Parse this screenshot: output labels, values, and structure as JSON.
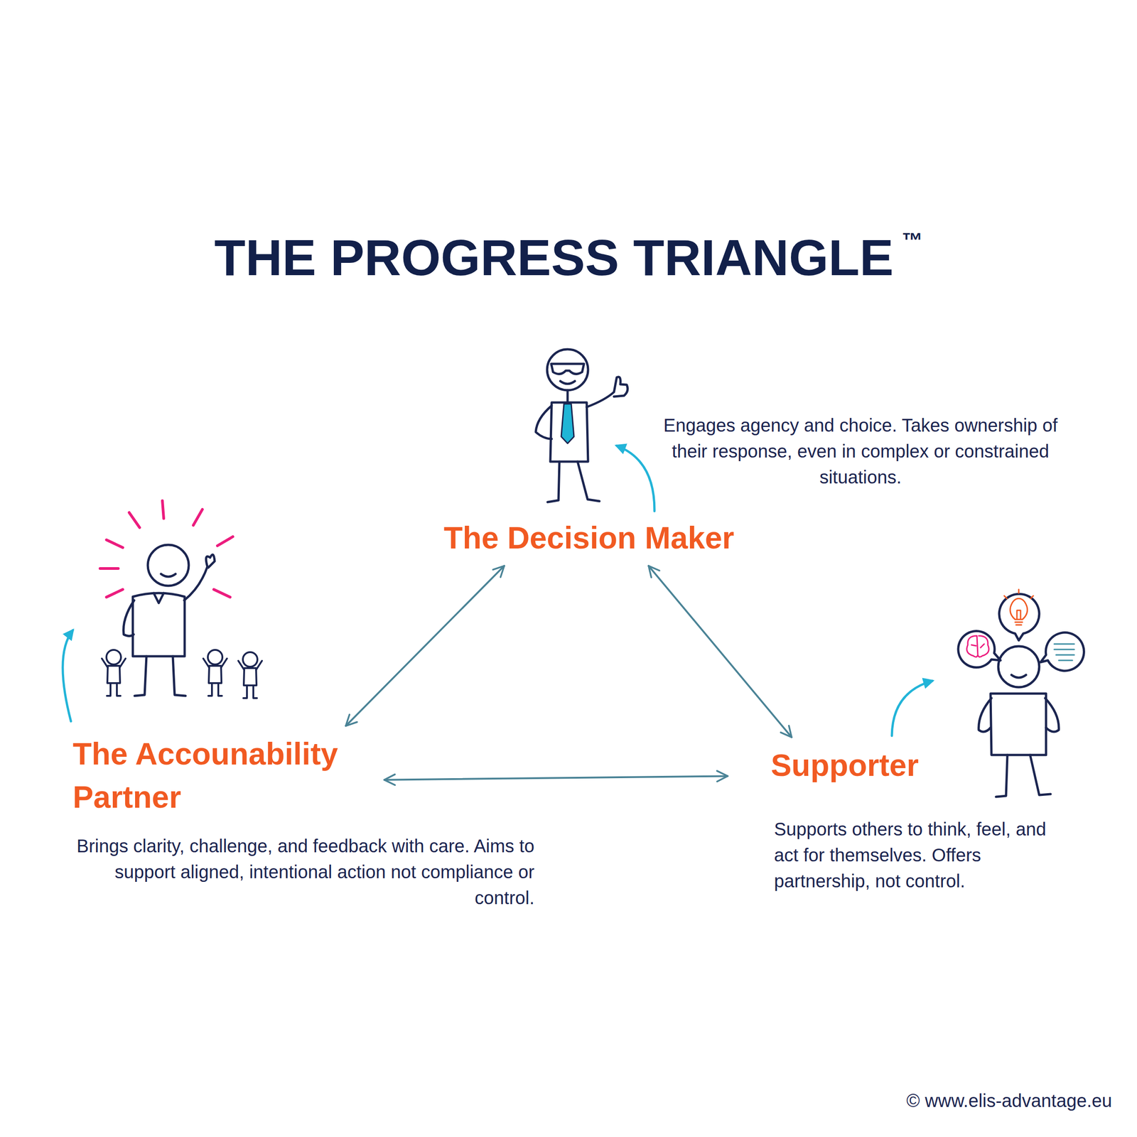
{
  "diagram": {
    "title": "THE PROGRESS TRIANGLE",
    "nodes": [
      {
        "text": [
          "The Decision Maker",
          "Engages agency and choice. Takes ownership of their response, even in complex or constrained situations."
        ]
      },
      {
        "text": [
          "The Accounability Partner",
          "Brings clarity, challenge, and feedback with care. Aims to support aligned, intentional action not compliance or control."
        ]
      },
      {
        "text": [
          "Supporter",
          "Supports others to think, feel, and act for themselves. Offers partnership, not control."
        ]
      }
    ],
    "edges": [
      {
        "from": 0,
        "to": 1,
        "arrow": "both"
      },
      {
        "from": 0,
        "to": 2,
        "arrow": "both"
      },
      {
        "from": 1,
        "to": 2,
        "arrow": "both"
      }
    ],
    "labels": [
      "™",
      "© www.elis-advantage.eu"
    ]
  }
}
